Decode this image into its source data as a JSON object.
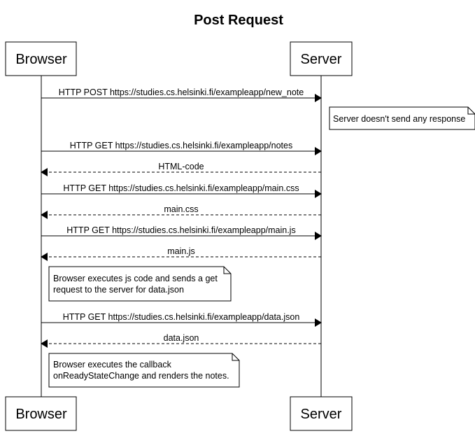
{
  "title": "Post Request",
  "actors": {
    "browser": "Browser",
    "server": "Server"
  },
  "messages": [
    {
      "from": "browser",
      "to": "server",
      "style": "solid",
      "label": "HTTP POST https://studies.cs.helsinki.fi/exampleapp/new_note"
    },
    {
      "from": "browser",
      "to": "server",
      "style": "solid",
      "label": "HTTP GET https://studies.cs.helsinki.fi/exampleapp/notes"
    },
    {
      "from": "server",
      "to": "browser",
      "style": "dashed",
      "label": "HTML-code"
    },
    {
      "from": "browser",
      "to": "server",
      "style": "solid",
      "label": "HTTP GET https://studies.cs.helsinki.fi/exampleapp/main.css"
    },
    {
      "from": "server",
      "to": "browser",
      "style": "dashed",
      "label": "main.css"
    },
    {
      "from": "browser",
      "to": "server",
      "style": "solid",
      "label": "HTTP GET https://studies.cs.helsinki.fi/exampleapp/main.js"
    },
    {
      "from": "server",
      "to": "browser",
      "style": "dashed",
      "label": "main.js"
    },
    {
      "from": "browser",
      "to": "server",
      "style": "solid",
      "label": "HTTP GET https://studies.cs.helsinki.fi/exampleapp/data.json"
    },
    {
      "from": "server",
      "to": "browser",
      "style": "dashed",
      "label": "data.json"
    }
  ],
  "notes": [
    {
      "side": "right of server",
      "lines": [
        "Server doesn't send any response"
      ]
    },
    {
      "side": "right of browser",
      "lines": [
        "Browser executes js code and sends a get",
        "request to the server for data.json"
      ]
    },
    {
      "side": "right of browser",
      "lines": [
        "Browser executes the callback",
        "onReadyStateChange and renders the notes."
      ]
    }
  ]
}
